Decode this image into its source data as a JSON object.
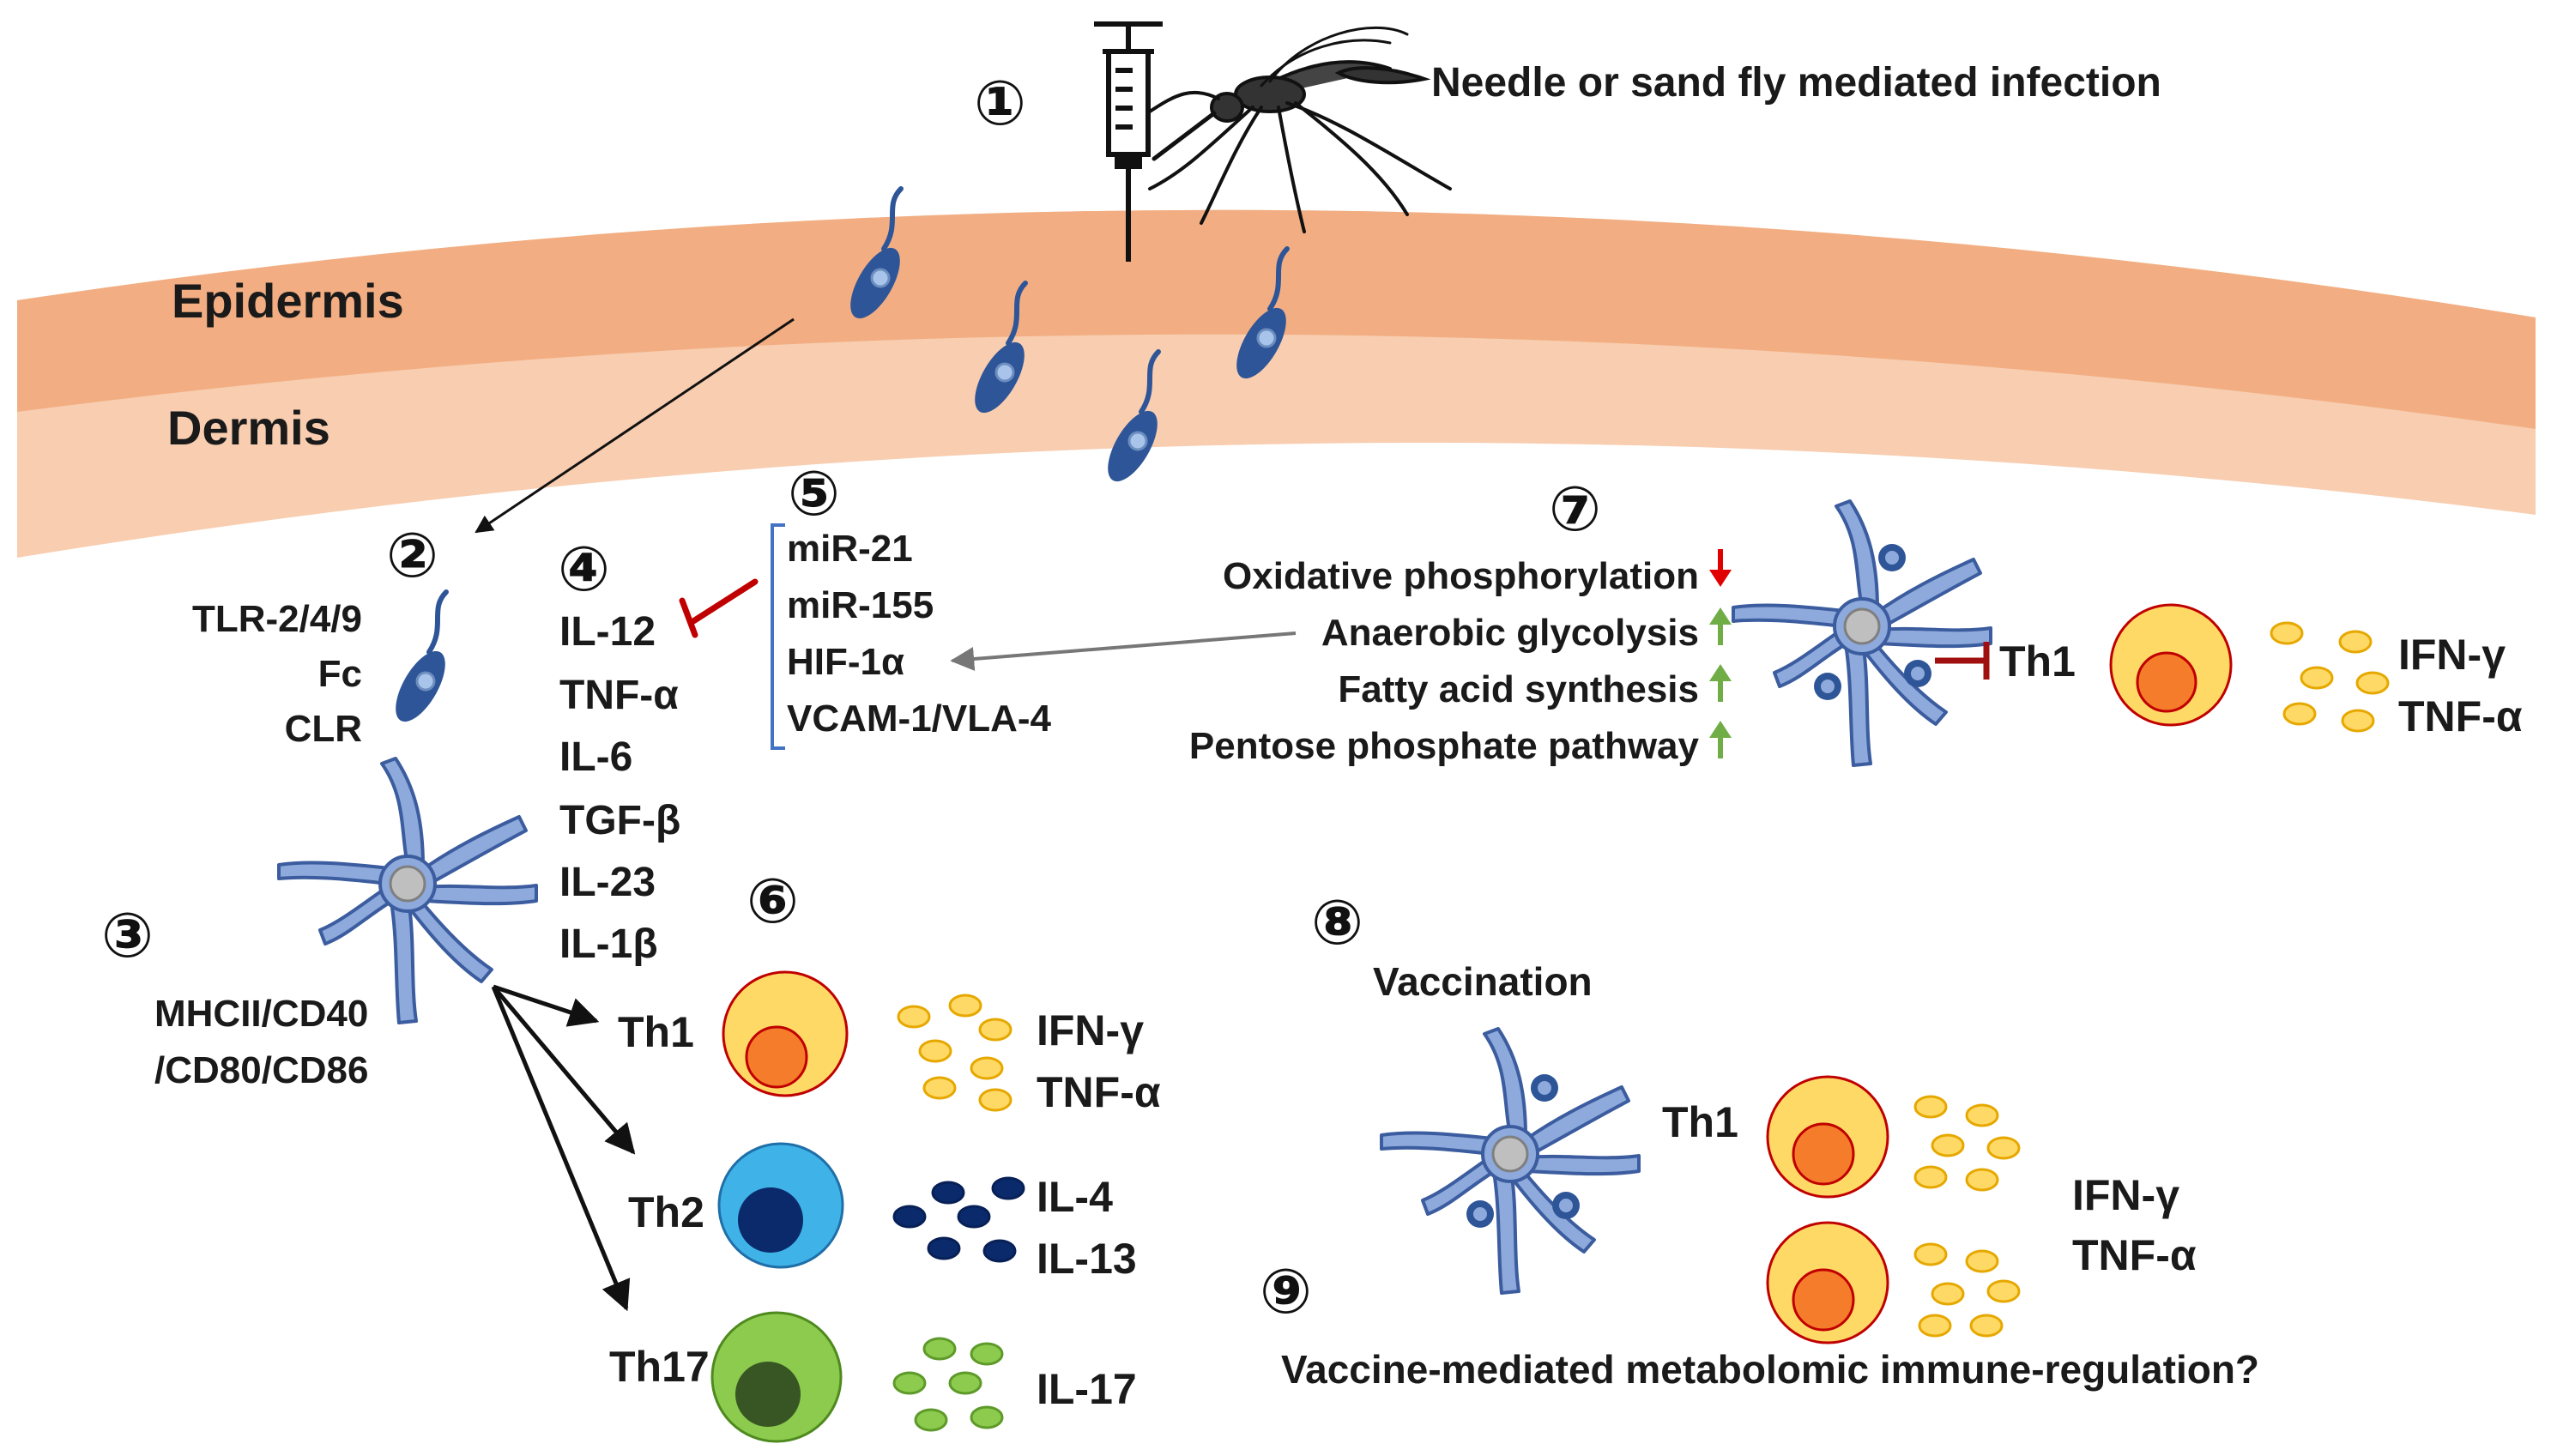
{
  "colors": {
    "epidermis": "#F2AE82",
    "dermis": "#F8CDB0",
    "cell_blue": "#8EA9DB",
    "cell_outline": "#3B5C9E",
    "parasite": "#2E5597",
    "th1_fill": "#FFD966",
    "th1_nucleus": "#F47C2A",
    "th2_fill": "#3FB3E8",
    "th2_nucleus": "#0B2A6B",
    "th17_fill": "#8CCB4E",
    "th17_nucleus": "#375623",
    "inhibit_red": "#C00000",
    "up_green": "#70AD47",
    "down_red": "#E00000"
  },
  "header": {
    "step1": "①",
    "infection_label": "Needle or sand fly mediated infection"
  },
  "skin": {
    "epidermis": "Epidermis",
    "dermis": "Dermis"
  },
  "recognition": {
    "step": "②",
    "receptors": [
      "TLR-2/4/9",
      "Fc",
      "CLR"
    ]
  },
  "maturation": {
    "step": "③",
    "markers": [
      "MHCII/CD40",
      "/CD80/CD86"
    ]
  },
  "cytokines": {
    "step": "④",
    "items": [
      "IL-12",
      "TNF-α",
      "IL-6",
      "TGF-β",
      "IL-23",
      "IL-1β"
    ]
  },
  "regulators": {
    "step": "⑤",
    "items": [
      "miR-21",
      "miR-155",
      "HIF-1α",
      "VCAM-1/VLA-4"
    ]
  },
  "differentiation": {
    "step": "⑥",
    "subsets": [
      {
        "name": "Th1",
        "cytokines": [
          "IFN-γ",
          "TNF-α"
        ]
      },
      {
        "name": "Th2",
        "cytokines": [
          "IL-4",
          "IL-13"
        ]
      },
      {
        "name": "Th17",
        "cytokines": [
          "IL-17"
        ]
      }
    ]
  },
  "metabolism": {
    "step": "⑦",
    "pathways": [
      {
        "label": "Oxidative phosphorylation",
        "direction": "down"
      },
      {
        "label": "Anaerobic glycolysis",
        "direction": "up"
      },
      {
        "label": "Fatty acid synthesis",
        "direction": "up"
      },
      {
        "label": "Pentose phosphate pathway",
        "direction": "up"
      }
    ],
    "th1": "Th1",
    "cytokines": [
      "IFN-γ",
      "TNF-α"
    ]
  },
  "vaccination": {
    "step": "⑧",
    "title": "Vaccination",
    "th1": "Th1",
    "cytokines": [
      "IFN-γ",
      "TNF-α"
    ]
  },
  "question": {
    "step": "⑨",
    "text": "Vaccine-mediated metabolomic immune-regulation?"
  }
}
